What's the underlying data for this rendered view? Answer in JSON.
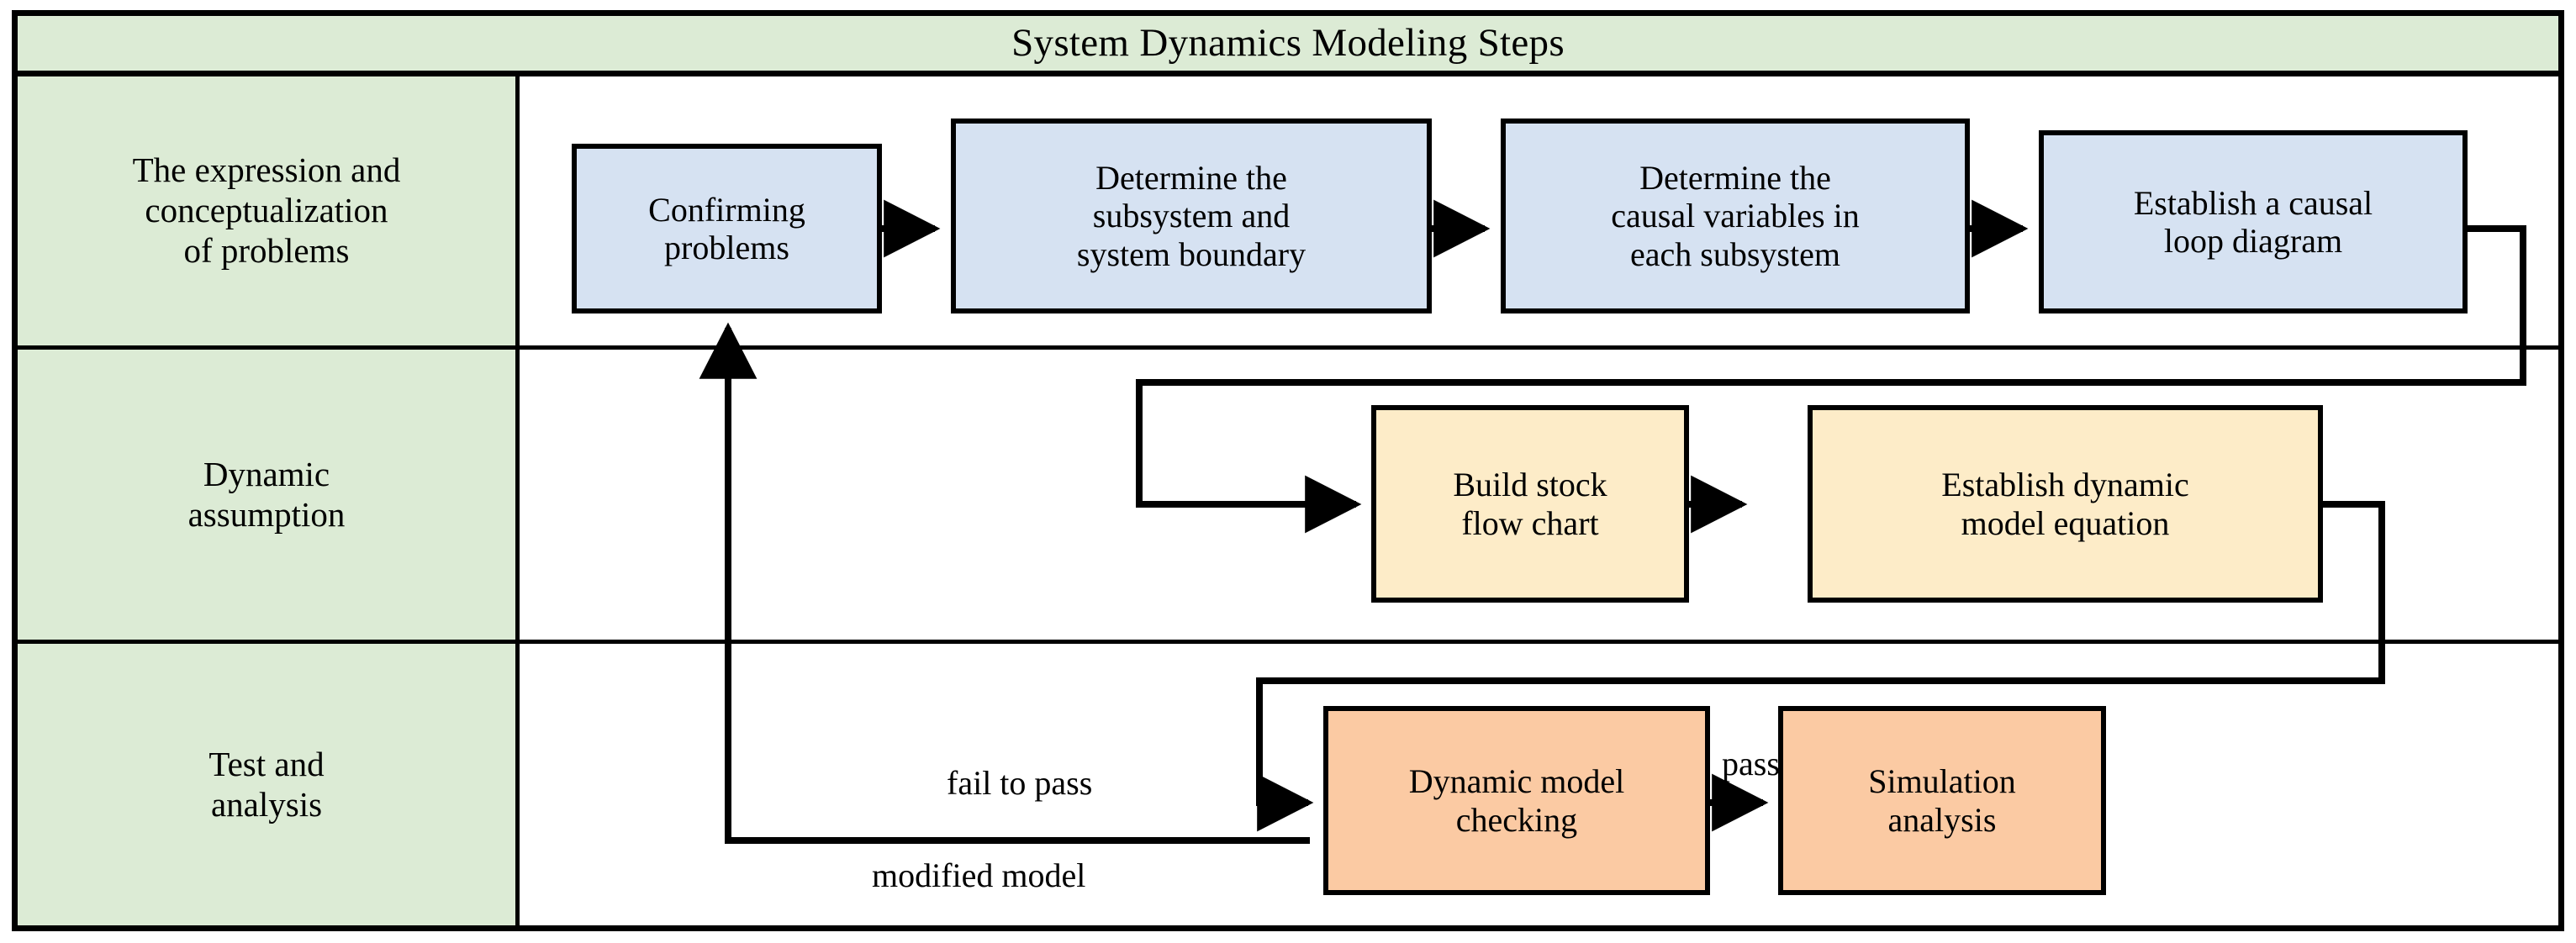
{
  "header": {
    "title": "System Dynamics Modeling Steps"
  },
  "rows": [
    {
      "label": "The expression and\nconceptualization\nof problems"
    },
    {
      "label": "Dynamic\nassumption"
    },
    {
      "label": "Test and\nanalysis"
    }
  ],
  "boxes": {
    "confirming_problems": "Confirming\nproblems",
    "determine_subsystem": "Determine the\nsubsystem and\nsystem boundary",
    "determine_causal_variables": "Determine the\ncausal variables in\neach subsystem",
    "establish_causal_loop": "Establish a causal\nloop diagram",
    "build_stock_flow_chart": "Build stock\nflow chart",
    "establish_dynamic_model_equation": "Establish dynamic\nmodel equation",
    "dynamic_model_checking": "Dynamic model\nchecking",
    "simulation_analysis": "Simulation\nanalysis"
  },
  "edge_labels": {
    "fail_to_pass": "fail to pass",
    "modified_model": "modified model",
    "pass": "pass"
  },
  "colors": {
    "header_green": "#dcebd5",
    "stage1_blue": "#d6e2f2",
    "stage2_yellow": "#fdecc8",
    "stage3_orange": "#fbcaa3",
    "line": "#000000",
    "page_background": "#ffffff"
  },
  "flow": {
    "sequence": [
      "Confirming problems",
      "Determine the subsystem and system boundary",
      "Determine the causal variables in each subsystem",
      "Establish a causal loop diagram",
      "Build stock flow chart",
      "Establish dynamic model equation",
      "Dynamic model checking",
      "Simulation analysis"
    ],
    "feedback": [
      "Dynamic model checking -> fail to pass / modified model -> Confirming problems"
    ]
  }
}
